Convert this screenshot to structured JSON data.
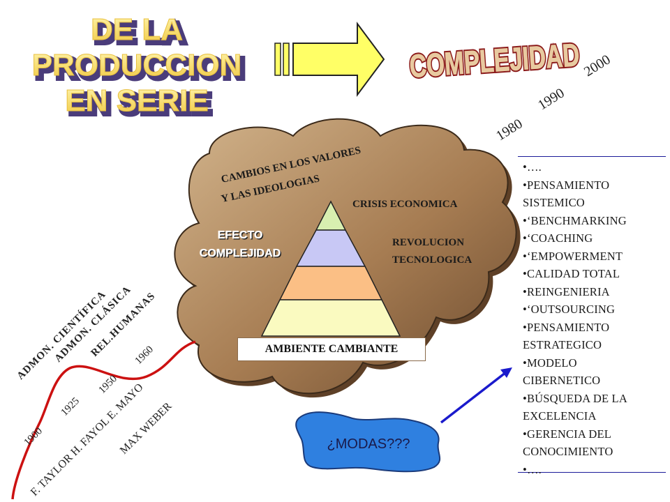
{
  "title": {
    "left_lines": [
      "DE LA",
      "PRODUCCION",
      "EN SERIE"
    ],
    "right": "COMPLEJIDAD"
  },
  "years_right": [
    "1980",
    "1990",
    "2000"
  ],
  "cloud": {
    "values_line1": "CAMBIOS EN LOS VALORES",
    "values_line2": "Y LAS IDEOLOGIAS",
    "crisis": "CRISIS ECONOMICA",
    "revolucion_line1": "REVOLUCION",
    "revolucion_line2": "TECNOLOGICA",
    "efecto_line1": "EFECTO",
    "efecto_line2": "COMPLEJIDAD",
    "ambiente": "AMBIENTE CAMBIANTE"
  },
  "timeline": {
    "schools": [
      "ADMON. CIENTÍFICA",
      "ADMON. CLÁSICA",
      "REL.HUMANAS"
    ],
    "years": [
      "1900",
      "1925",
      "1950",
      "1960"
    ],
    "authors_line1": "F. TAYLOR  H. FAYOL  E. MAYO",
    "authors_line2": "MAX WEBER"
  },
  "modas": "¿MODAS???",
  "list_items": [
    "•….",
    "•PENSAMIENTO",
    "SISTEMICO",
    "•‘BENCHMARKING",
    "•‘COACHING",
    "•‘EMPOWERMENT",
    "•CALIDAD TOTAL",
    "•REINGENIERIA",
    "•‘OUTSOURCING",
    "•PENSAMIENTO",
    "ESTRATEGICO",
    "•MODELO",
    "CIBERNETICO",
    "•BÚSQUEDA DE LA",
    "EXCELENCIA",
    "•GERENCIA DEL",
    "CONOCIMIENTO",
    "•…."
  ],
  "colors": {
    "title_fill": "#f7e06a",
    "title_shadow": "#5a4a8a",
    "complejidad_fill": "#e8caa0",
    "complejidad_outline": "#8b1a1a",
    "cloud_fill": "#a67c52",
    "arrow_fill": "#ffff66",
    "timeline_curve": "#cc1111",
    "modas_fill": "#2f80e0",
    "pointer_arrow": "#1a1acc"
  }
}
